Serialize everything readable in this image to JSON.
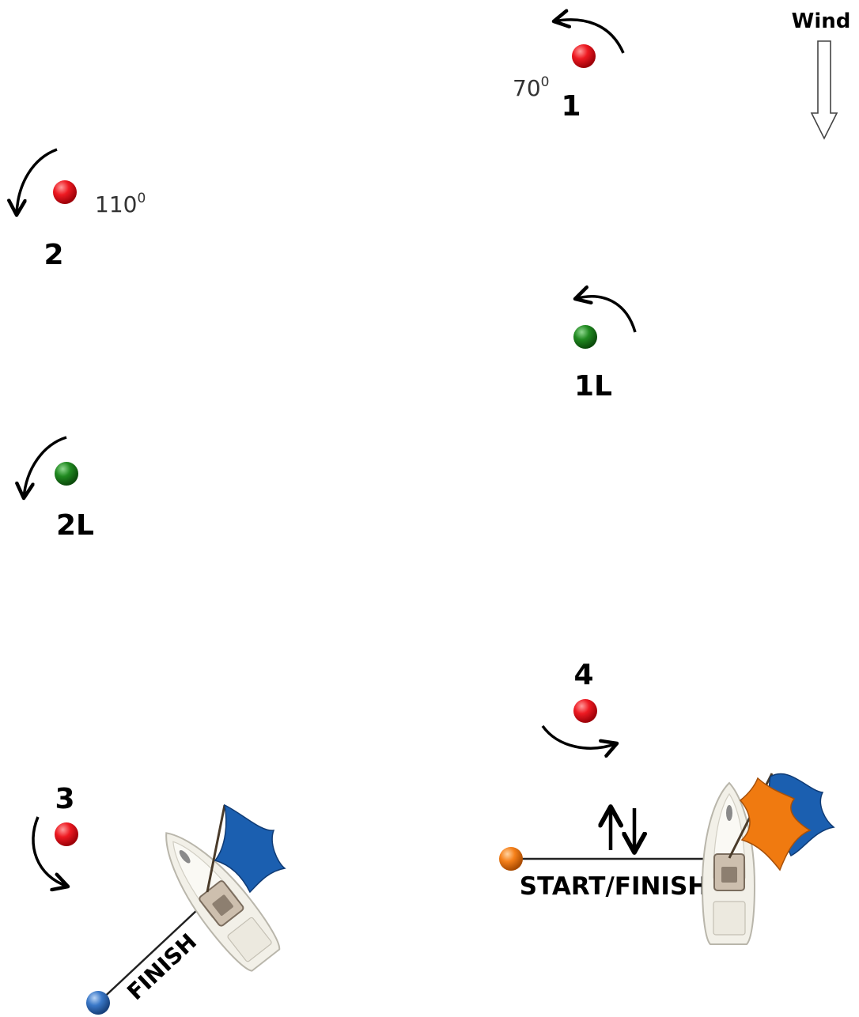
{
  "wind": {
    "label": "Wind"
  },
  "marks": [
    {
      "id": "1",
      "label": "1",
      "color": "#e0101a",
      "angle": "70",
      "angle_sup": "0"
    },
    {
      "id": "2",
      "label": "2",
      "color": "#e0101a",
      "angle": "110",
      "angle_sup": "0"
    },
    {
      "id": "1L",
      "label": "1L",
      "color": "#1f7a1f"
    },
    {
      "id": "2L",
      "label": "2L",
      "color": "#1f7a1f"
    },
    {
      "id": "4",
      "label": "4",
      "color": "#e0101a"
    },
    {
      "id": "3",
      "label": "3",
      "color": "#e0101a"
    }
  ],
  "start_finish": {
    "label": "START/FINISH",
    "pin_color": "#f07a10"
  },
  "finish": {
    "label": "FINISH",
    "pin_color": "#3a78c8"
  },
  "colors": {
    "blue_flag": "#1b5fb0",
    "orange_flag": "#f07a10",
    "boat_hull": "#f2f0e8"
  }
}
